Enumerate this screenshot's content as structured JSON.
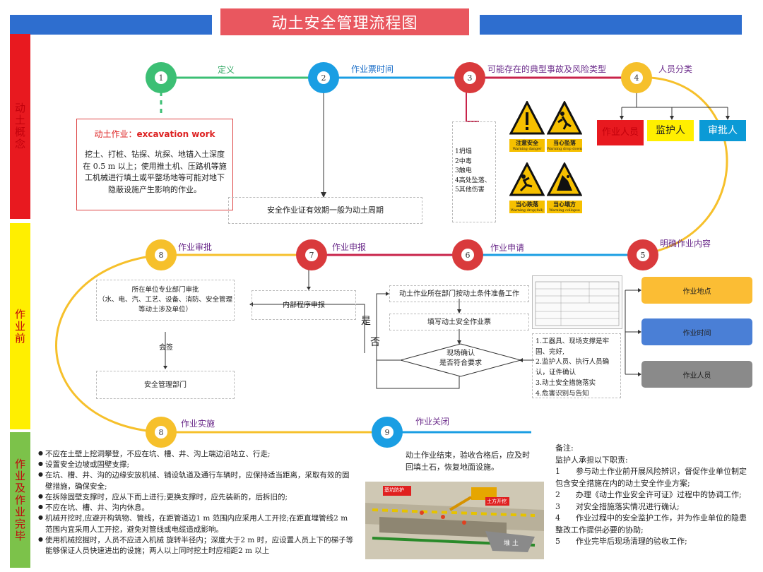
{
  "title": "动土安全管理流程图",
  "sections": {
    "s1": "动土概念",
    "s2": "作业前",
    "s3": "作业及作业完毕"
  },
  "steps": {
    "n1": {
      "num": "1",
      "label": "定义"
    },
    "n2": {
      "num": "2",
      "label": "作业票时间"
    },
    "n3": {
      "num": "3",
      "label": "可能存在的典型事故及风险类型"
    },
    "n4": {
      "num": "4",
      "label": "人员分类"
    },
    "n5": {
      "num": "5",
      "label": "明确作业内容"
    },
    "n6": {
      "num": "6",
      "label": "作业申请"
    },
    "n7": {
      "num": "7",
      "label": "作业申报"
    },
    "n8a": {
      "num": "8",
      "label": "作业审批"
    },
    "n8b": {
      "num": "8",
      "label": "作业实施"
    },
    "n9": {
      "num": "9",
      "label": "作业关闭"
    }
  },
  "definition": {
    "title_cn": "动土作业：",
    "title_en": "excavation work",
    "body": "挖土、打桩、钻探、坑探、地锚入土深度在 0.5 m 以上；使用推土机、压路机等施工机械进行填土或平整场地等可能对地下隐蔽设施产生影响的作业。"
  },
  "validity": "安全作业证有效期一般为动土周期",
  "hazards": [
    "1坍塌",
    "2中毒",
    "3触电",
    "4高处坠落、",
    "5其他伤害"
  ],
  "signs": [
    {
      "cn": "注意安全",
      "en": "Warning danger",
      "icon": "exclamation"
    },
    {
      "cn": "当心坠落",
      "en": "Warning drop down",
      "icon": "person-falling"
    },
    {
      "cn": "当心跌落",
      "en": "Warning drop(fall)",
      "icon": "person-slip"
    },
    {
      "cn": "当心塌方",
      "en": "Warning collapse",
      "icon": "collapse"
    }
  ],
  "personnel": [
    {
      "label": "作业人员",
      "color": "#e8191f"
    },
    {
      "label": "监护人",
      "color": "#ffef00"
    },
    {
      "label": "审批人",
      "color": "#0b9ad6"
    }
  ],
  "content_items": [
    {
      "label": "作业地点",
      "color": "#fbbd34"
    },
    {
      "label": "作业时间",
      "color": "#4a7fd6"
    },
    {
      "label": "作业人员",
      "color": "#8a8a8a"
    }
  ],
  "apply": {
    "step1": "动土作业所在部门按动土条件准备工作",
    "step2": "填写动土安全作业票",
    "decision": "现场确认\n是否符合要求",
    "yes": "是",
    "no": "否",
    "checklist": [
      "1.工器具、现场支撑是牢固、完好,",
      "2.监护人员、执行人员确认，证件确认",
      "3.动土安全措施落实",
      "4.危害识别与告知"
    ]
  },
  "declare": "内部程序申报",
  "approve": {
    "dept": "所在单位专业部门审批\n（水、电、汽、工艺、设备、消防、安全管理等动土涉及单位）",
    "sign": "会签",
    "safety": "安全管理部门"
  },
  "implement": [
    "不应在土壁上挖洞攀登，不应在坑、槽、井、沟上端边沿站立、行走;",
    " 设置安全边坡或固壁支撑;",
    " 在坑、槽、井、沟的边缘安放机械、铺设轨道及通行车辆时，应保持适当距离，采取有效的固壁措施，确保安全;",
    "在拆除固壁支撑时，应从下而上进行;更换支撑时，应先装新的，后拆旧的;",
    "不应在坑、槽、井、沟内休息。",
    "机械开挖时,应避开构筑物、管线，在距管道边1 m 范围内应采用人工开挖;在距直埋管线2 m 范围内宜采用人工开挖，避免对管线或电缆造成影响。",
    "使用机械挖掘时，人员不应进入机械 旋转半径内；深度大于2 m 时，应设置人员上下的梯子等能够保证人员快速进出的设施；两人以上同时挖土时应相距2 m 以上"
  ],
  "closing": "动土作业结束，验收合格后，应及时回填土石，恢复地面设施。",
  "notes": {
    "head": "备注:",
    "intro": "监护人承担以下职责:",
    "items": [
      "1　　参与动土作业前开展风险辨识，督促作业单位制定包含安全措施在内的动土安全作业方案;",
      "2　　办理《动土作业安全许可证》过程中的协调工作;",
      "3　　对安全措施落实情况进行确认;",
      "4　　作业过程中的安全监护工作，并为作业单位的隐患整改工作提供必要的协助;",
      "5　　作业完毕后现场清理的验收工作;"
    ]
  },
  "photo_signs": {
    "a": "基坑防护",
    "b": "土方开挖",
    "c": "堆 土"
  }
}
